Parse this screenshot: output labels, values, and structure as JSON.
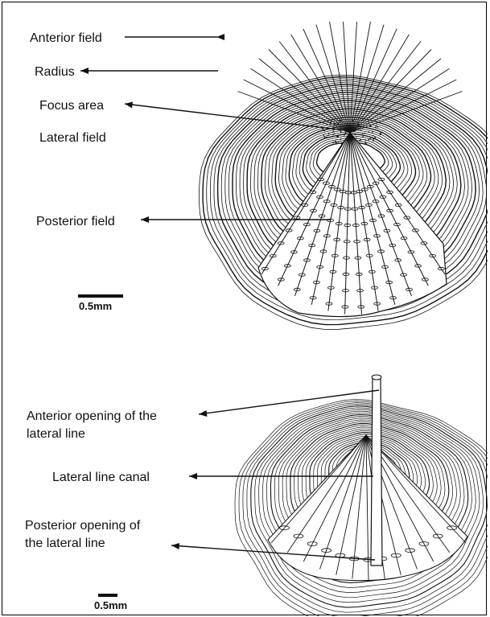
{
  "top_scale": {
    "labels": [
      {
        "id": "anterior-field",
        "text": "Anterior field"
      },
      {
        "id": "radius",
        "text": "Radius"
      },
      {
        "id": "focus-area",
        "text": "Focus area"
      },
      {
        "id": "lateral-field",
        "text": "Lateral field"
      },
      {
        "id": "posterior-field",
        "text": "Posterior field"
      }
    ],
    "scale_bar": "0.5mm"
  },
  "bottom_scale": {
    "labels": [
      {
        "id": "anterior-opening",
        "lines": [
          "Anterior opening of the",
          "lateral line"
        ]
      },
      {
        "id": "lateral-line-canal",
        "lines": [
          "Lateral line canal"
        ]
      },
      {
        "id": "posterior-opening",
        "lines": [
          "Posterior opening of",
          "the lateral line"
        ]
      }
    ],
    "scale_bar": "0.5mm"
  },
  "colors": {
    "ink": "#111111",
    "background": "#ffffff"
  }
}
